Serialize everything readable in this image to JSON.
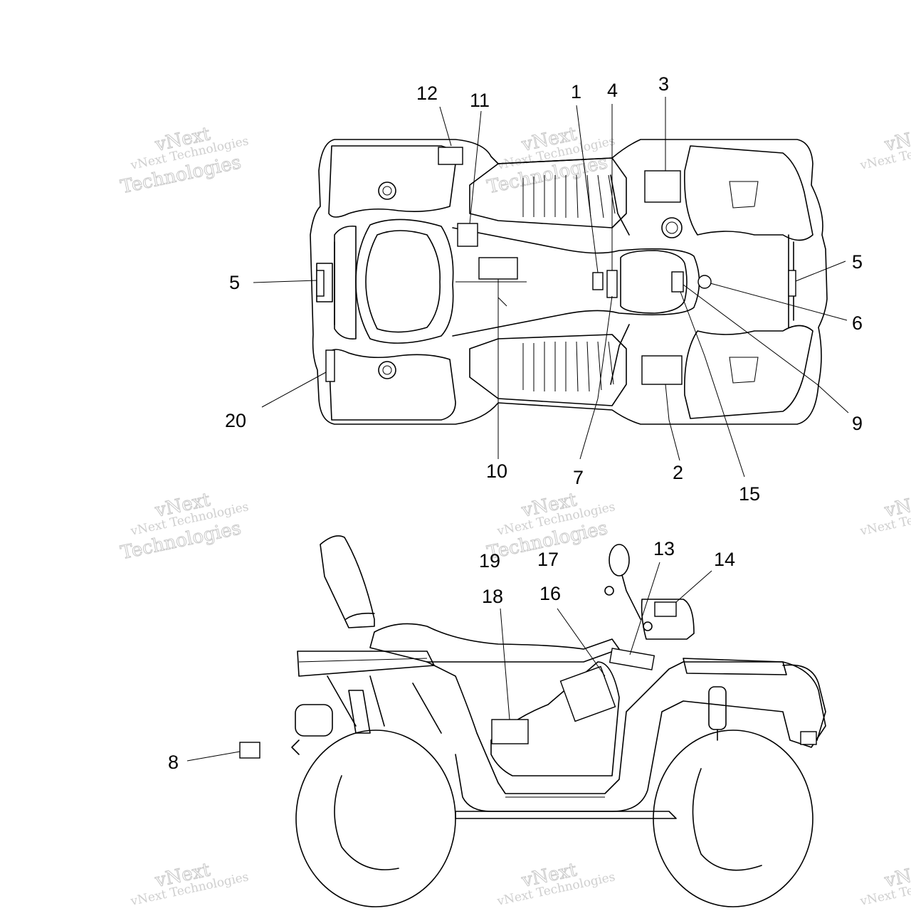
{
  "watermark": {
    "line1": "vNext Technologies",
    "line2": "vNext",
    "line3": "Technologies"
  },
  "callouts": {
    "c1": "1",
    "c2": "2",
    "c3": "3",
    "c4": "4",
    "c5a": "5",
    "c5b": "5",
    "c6": "6",
    "c7": "7",
    "c8": "8",
    "c9": "9",
    "c10": "10",
    "c11": "11",
    "c12": "12",
    "c13": "13",
    "c14": "14",
    "c15": "15",
    "c16": "16",
    "c17": "17",
    "c18": "18",
    "c19": "19",
    "c20": "20"
  }
}
